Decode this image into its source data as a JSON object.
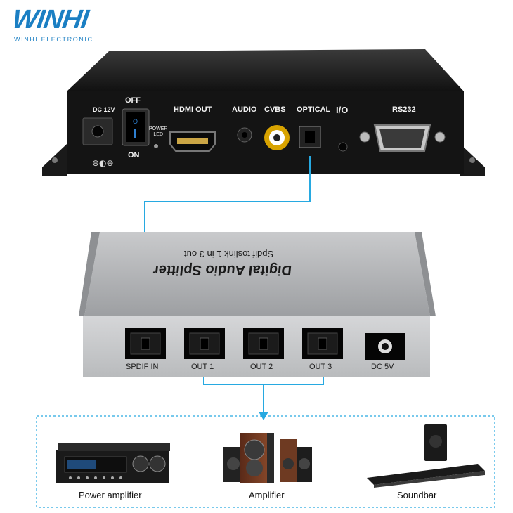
{
  "logo": {
    "word": "WINHI",
    "subtitle": "WINHI ELECTRONIC",
    "color": "#1b7fc3"
  },
  "player": {
    "ports": {
      "dc": "DC 12V",
      "off": "OFF",
      "on": "ON",
      "power": "POWER",
      "led": "LED",
      "hdmi": "HDMI  OUT",
      "audio": "AUDIO",
      "cvbs": "CVBS",
      "optical": "OPTICAL",
      "io": "I/O",
      "rs232": "RS232"
    }
  },
  "splitter": {
    "title": "Digital Audio Splitter",
    "subtitle": "Spdif toslink 1 in 3 out",
    "ports": {
      "in": "SPDIF IN",
      "out1": "OUT 1",
      "out2": "OUT 2",
      "out3": "OUT 3",
      "dc": "DC 5V"
    }
  },
  "devices": {
    "power_amp": "Power amplifier",
    "amp": "Amplifier",
    "soundbar": "Soundbar"
  },
  "colors": {
    "cable": "#27a9e1",
    "device_dark": "#151515",
    "splitter_body": "#a7a9ac"
  }
}
